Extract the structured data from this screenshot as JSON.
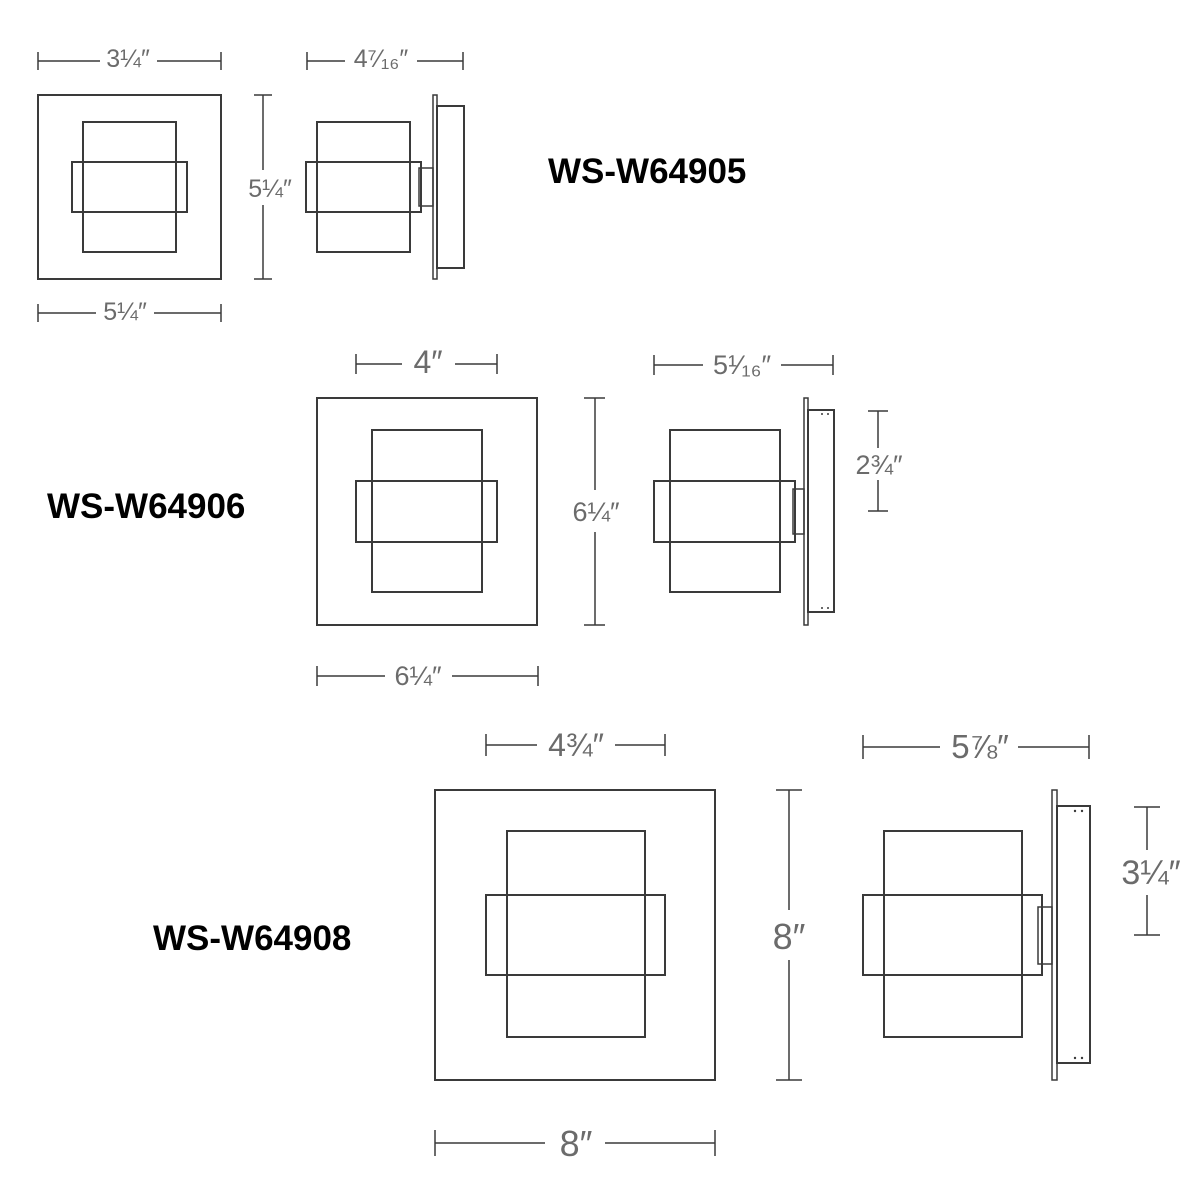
{
  "models": [
    {
      "name": "WS-W64905",
      "front_top_width": "3¼″",
      "front_bottom_width": "5¼″",
      "height": "5¼″",
      "side_depth": "4⁷⁄₁₆″"
    },
    {
      "name": "WS-W64906",
      "front_top_width": "4″",
      "front_bottom_width": "6¼″",
      "height": "6¼″",
      "side_depth": "5¹⁄₁₆″",
      "backplate_height": "2¾″"
    },
    {
      "name": "WS-W64908",
      "front_top_width": "4¾″",
      "front_bottom_width": "8″",
      "height": "8″",
      "side_depth": "5⅞″",
      "backplate_height": "3¼″"
    }
  ],
  "colors": {
    "line": "#3a3a3a",
    "dimension_text": "#6b6b6b",
    "model_text": "#000000"
  }
}
